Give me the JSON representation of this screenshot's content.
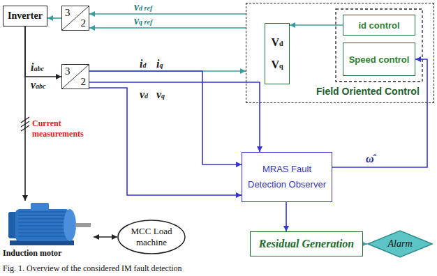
{
  "diagram": {
    "caption": "Fig. 1. Overview of the considered IM fault detection",
    "nodes": [
      {
        "text": [
          "Inverter"
        ]
      },
      {
        "text": [
          "3",
          "2"
        ]
      },
      {
        "text": [
          "3",
          "2"
        ]
      },
      {
        "text": [
          "Field Oriented Control"
        ]
      },
      {
        "text": [
          "Vd",
          "Vq"
        ],
        "in": 3
      },
      {
        "text": [
          "id control"
        ],
        "in": 3
      },
      {
        "text": [
          "Speed control"
        ],
        "in": 3
      },
      {
        "text": [
          "MRAS Fault Detection Observer"
        ]
      },
      {
        "text": [
          "Residual Generation"
        ]
      },
      {
        "text": [
          "Alarm"
        ]
      },
      {
        "text": [
          "Induction motor"
        ]
      },
      {
        "text": [
          "MCC Load machine"
        ]
      }
    ],
    "edges": [
      {
        "from": 1,
        "to": 0,
        "arrow": "to"
      },
      {
        "from": 3,
        "to": 1,
        "label": "vd ref",
        "arrow": "to"
      },
      {
        "from": 3,
        "to": 1,
        "label": "vq ref",
        "arrow": "to"
      },
      {
        "from": 0,
        "to": 10,
        "arrow": "to"
      },
      {
        "from": 0,
        "to": 2,
        "arrow": "to"
      },
      {
        "from": 2,
        "to": 3,
        "arrow": "to"
      },
      {
        "from": 2,
        "to": 7,
        "arrow": "to"
      },
      {
        "from": 2,
        "to": 7,
        "arrow": "to"
      },
      {
        "from": 2,
        "to": 7,
        "arrow": "to"
      },
      {
        "from": 7,
        "to": 6,
        "label": "ω̂",
        "arrow": "to"
      },
      {
        "from": 5,
        "to": 4,
        "arrow": "to"
      },
      {
        "from": 7,
        "to": 8,
        "arrow": "to"
      },
      {
        "from": 8,
        "to": 9,
        "arrow": "to"
      },
      {
        "from": 10,
        "to": 11,
        "arrow": "both"
      }
    ],
    "labels": [
      "iabc",
      "vabc",
      "Current measurements",
      "id",
      "iq",
      "vd",
      "vq"
    ]
  }
}
